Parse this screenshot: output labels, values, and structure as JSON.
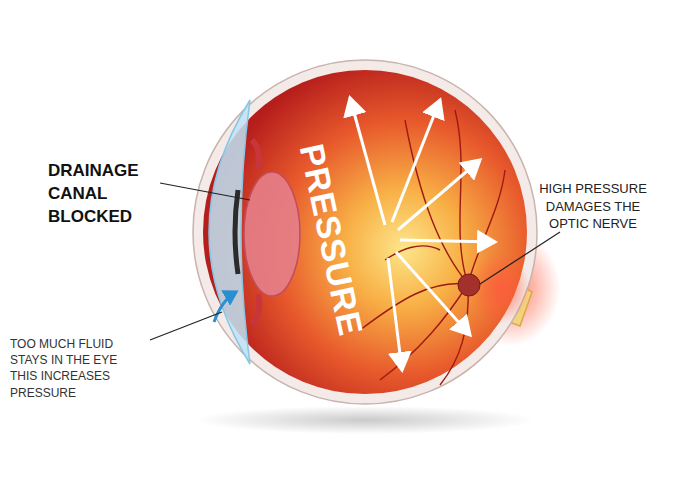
{
  "diagram": {
    "labels": [
      "DRAINAGE CANAL BLOCKED",
      "PRESSURE",
      "HIGH PRESSURE DAMAGES THE OPTIC NERVE",
      "TOO MUCH FLUID STAYS IN THE EYE THIS INCREASES PRESSURE"
    ]
  }
}
